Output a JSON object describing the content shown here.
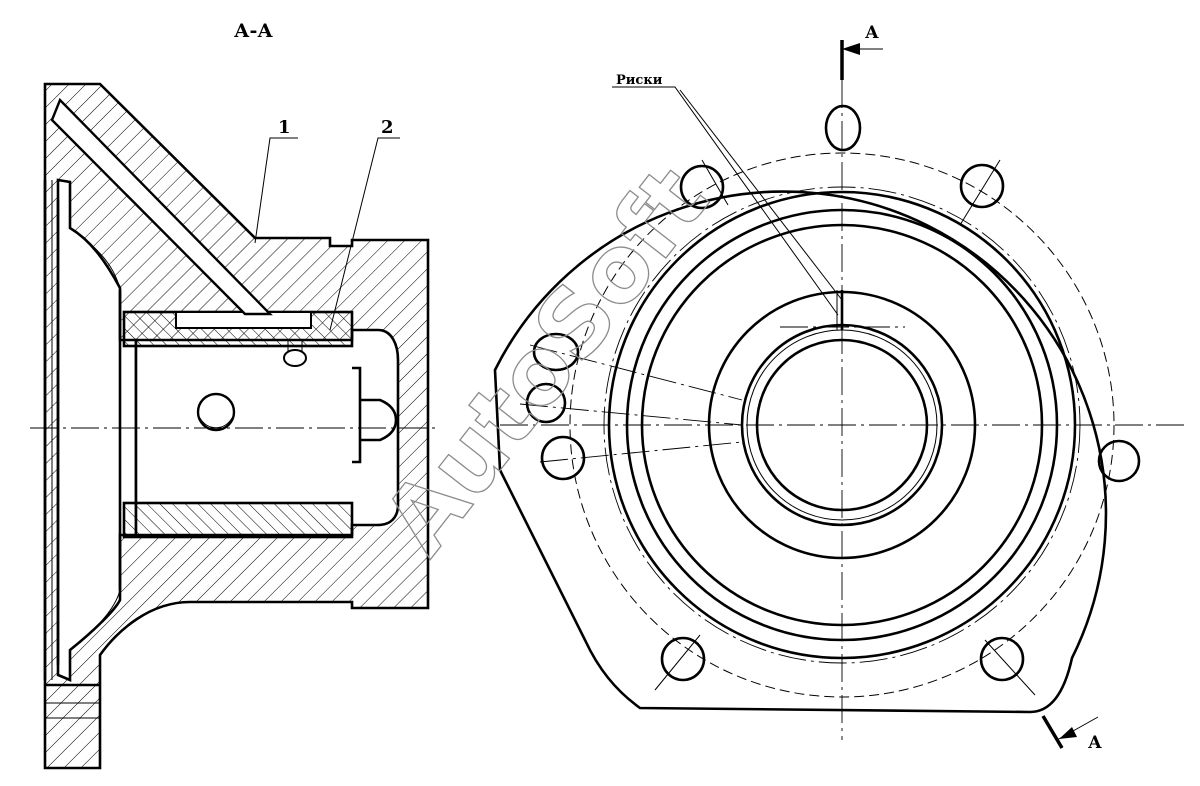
{
  "section_title": "А-А",
  "callouts": {
    "part_1": "1",
    "part_2": "2",
    "marks_label": "Риски"
  },
  "cut_markers": {
    "top": "А",
    "bottom": "А"
  },
  "watermark": "AutoSoft"
}
